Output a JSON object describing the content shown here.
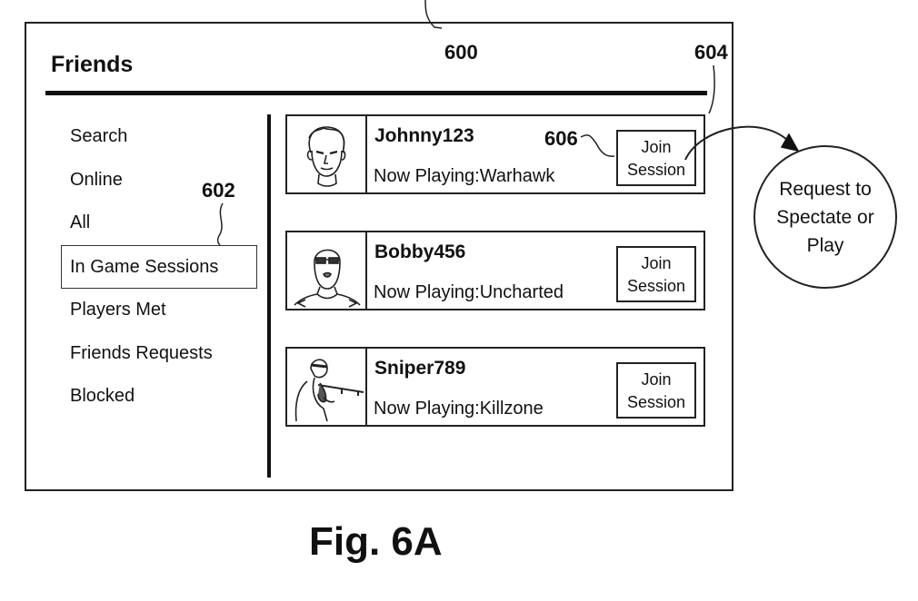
{
  "header": {
    "title": "Friends"
  },
  "sidebar": {
    "items": [
      {
        "label": "Search"
      },
      {
        "label": "Online"
      },
      {
        "label": "All"
      },
      {
        "label": "In Game Sessions",
        "selected": true
      },
      {
        "label": "Players Met"
      },
      {
        "label": "Friends Requests"
      },
      {
        "label": "Blocked"
      }
    ]
  },
  "friends": [
    {
      "name": "Johnny123",
      "now_playing": "Now Playing:Warhawk",
      "avatar": "face-portrait-icon",
      "button_line1": "Join",
      "button_line2": "Session"
    },
    {
      "name": "Bobby456",
      "now_playing": "Now Playing:Uncharted",
      "avatar": "sunglasses-man-portrait-icon",
      "button_line1": "Join",
      "button_line2": "Session"
    },
    {
      "name": "Sniper789",
      "now_playing": "Now Playing:Killzone",
      "avatar": "sniper-soldier-icon",
      "button_line1": "Join",
      "button_line2": "Session"
    }
  ],
  "reference_labels": {
    "screen": "600",
    "selection": "602",
    "card": "604",
    "button": "606"
  },
  "flow": {
    "result_text": "Request to Spectate or Play"
  },
  "figure": {
    "caption": "Fig. 6A"
  }
}
